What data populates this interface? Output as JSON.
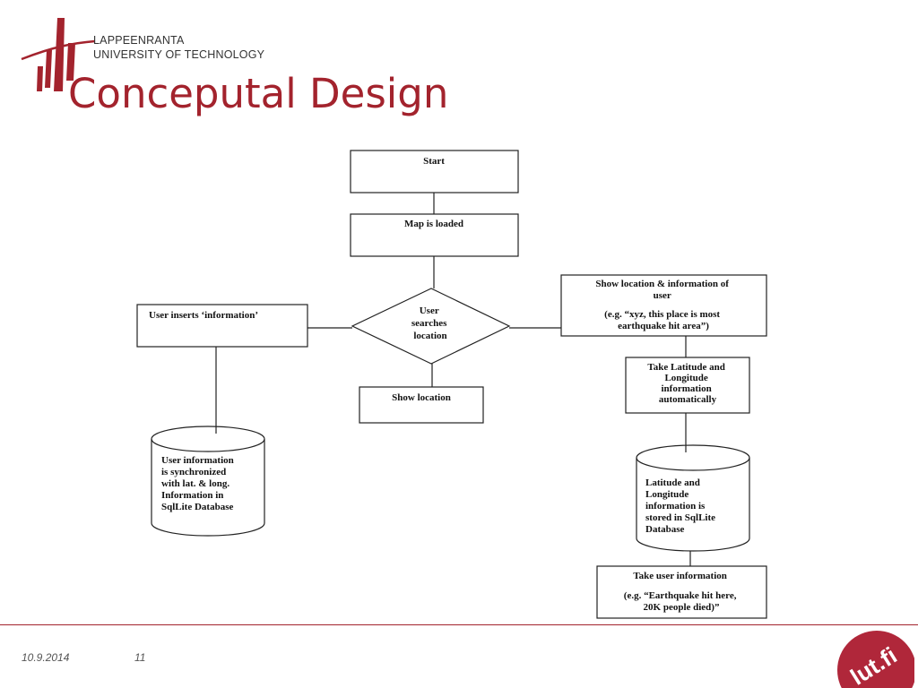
{
  "header": {
    "university_line1": "LAPPEENRANTA",
    "university_line2": "UNIVERSITY OF TECHNOLOGY",
    "title": "Conceputal Design"
  },
  "diagram": {
    "start": [
      "Start"
    ],
    "map_loaded": [
      "Map is loaded"
    ],
    "decision": [
      "User",
      "searches",
      "location"
    ],
    "user_inserts": [
      "User inserts ‘information’"
    ],
    "show_location": [
      "Show location"
    ],
    "show_location_info": [
      "Show location & information of",
      "user",
      "",
      "(e.g. “xyz, this place is most",
      "earthquake hit area”)"
    ],
    "take_lat_long": [
      "Take Latitude and",
      "Longitude",
      "information",
      "automatically"
    ],
    "db_user_info": [
      "User information",
      "is synchronized",
      "with lat. & long.",
      "Information in",
      "SqlLite Database"
    ],
    "db_lat_long": [
      "Latitude and",
      "Longitude",
      "information is",
      "stored in SqlLite",
      "Database"
    ],
    "take_user_info": [
      "Take user information",
      "",
      "(e.g. “Earthquake hit here,",
      "20K people died)”"
    ]
  },
  "footer": {
    "date": "10.9.2014",
    "page": "11",
    "badge": "lut.fi"
  },
  "colors": {
    "brand_red": "#a3232d",
    "badge_red": "#b0273a",
    "text_gray": "#555555"
  },
  "icons": {
    "logo": "lut-logo-mark",
    "badge": "lut-fi-badge"
  }
}
